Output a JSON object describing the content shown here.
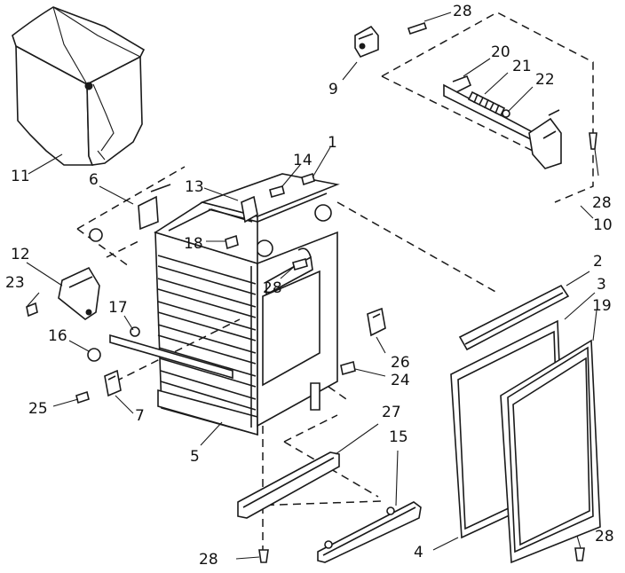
{
  "callouts": [
    {
      "id": "c28a",
      "text": "28"
    },
    {
      "id": "c9",
      "text": "9"
    },
    {
      "id": "c20",
      "text": "20"
    },
    {
      "id": "c21",
      "text": "21"
    },
    {
      "id": "c22",
      "text": "22"
    },
    {
      "id": "c28b",
      "text": "28"
    },
    {
      "id": "c10",
      "text": "10"
    },
    {
      "id": "c11",
      "text": "11"
    },
    {
      "id": "c6",
      "text": "6"
    },
    {
      "id": "c13",
      "text": "13"
    },
    {
      "id": "c14",
      "text": "14"
    },
    {
      "id": "c1",
      "text": "1"
    },
    {
      "id": "c18",
      "text": "18"
    },
    {
      "id": "c12",
      "text": "12"
    },
    {
      "id": "c23",
      "text": "23"
    },
    {
      "id": "c28c",
      "text": "28"
    },
    {
      "id": "c17",
      "text": "17"
    },
    {
      "id": "c16",
      "text": "16"
    },
    {
      "id": "c26",
      "text": "26"
    },
    {
      "id": "c24",
      "text": "24"
    },
    {
      "id": "c25",
      "text": "25"
    },
    {
      "id": "c7",
      "text": "7"
    },
    {
      "id": "c5",
      "text": "5"
    },
    {
      "id": "c27",
      "text": "27"
    },
    {
      "id": "c15",
      "text": "15"
    },
    {
      "id": "c2",
      "text": "2"
    },
    {
      "id": "c3",
      "text": "3"
    },
    {
      "id": "c19",
      "text": "19"
    },
    {
      "id": "c4",
      "text": "4"
    },
    {
      "id": "c28d",
      "text": "28"
    },
    {
      "id": "c28e",
      "text": "28"
    }
  ]
}
